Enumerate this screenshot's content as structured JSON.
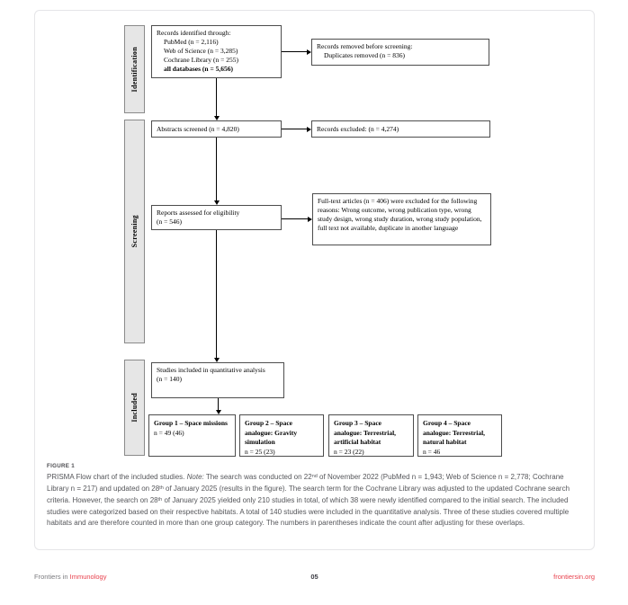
{
  "colors": {
    "accent_red": "#e8414d",
    "box_border": "#4d4d4d",
    "stage_label_fill": "#e6e6e6",
    "caption_gray": "#55565a"
  },
  "flowchart": {
    "stage_labels": [
      {
        "label": "Identification"
      },
      {
        "label": "Screening"
      },
      {
        "label": "Included"
      }
    ],
    "records_identified": {
      "title": "Records identified through:",
      "items": [
        "PubMed (n = 2,116)",
        "Web of Science (n = 3,285)",
        "Cochrane Library (n = 255)"
      ],
      "total": "all databases (n = 5,656)"
    },
    "records_removed": {
      "title": "Records removed before screening:",
      "items": [
        "Duplicates removed (n = 836)"
      ]
    },
    "abstracts_screened": {
      "text": "Abstracts screened (n = 4,820)"
    },
    "records_excluded": {
      "text": "Records excluded: (n = 4,274)"
    },
    "reports_assessed": {
      "text": "Reports assessed for eligibility",
      "count": "(n = 546)"
    },
    "fulltext_excluded": {
      "text": "Full-text articles (n = 406) were excluded for the following reasons: Wrong outcome, wrong publication type, wrong study design, wrong study duration, wrong study population, full text not available, duplicate in another language"
    },
    "studies_included": {
      "text": "Studies included in quantitative analysis",
      "count": "(n = 140)"
    },
    "groups": [
      {
        "title": "Group 1 – Space missions",
        "count": "n = 49 (46)"
      },
      {
        "title": "Group 2 – Space analogue: Gravity simulation",
        "count": "n = 25 (23)"
      },
      {
        "title": "Group 3 – Space analogue: Terrestrial, artificial habitat",
        "count": "n = 23 (22)"
      },
      {
        "title": "Group 4 – Space analogue: Terrestrial, natural habitat",
        "count": "n = 46"
      }
    ]
  },
  "caption": {
    "label": "FIGURE 1",
    "segments": [
      {
        "text": "PRISMA Flow chart of the included studies. "
      },
      {
        "text": "Note:"
      },
      {
        "text": " The search was conducted on 22"
      },
      {
        "text": "nd"
      },
      {
        "text": " of November 2022 (PubMed n = 1,943; Web of Science n = 2,778; Cochrane Library n = 217) and updated on 28"
      },
      {
        "text": "th"
      },
      {
        "text": " of January 2025 (results in the figure). The search term for the Cochrane Library was adjusted to the updated Cochrane search criteria. However, the search on 28"
      },
      {
        "text": "th"
      },
      {
        "text": " of January 2025 yielded only 210 studies in total, of which 38 were newly identified compared to the initial search. The included studies were categorized based on their respective habitats. A total of 140 studies were included in the quantitative analysis. Three of these studies covered multiple habitats and are therefore counted in more than one group category. The numbers in parentheses indicate the count after adjusting for these overlaps."
      }
    ]
  },
  "footer": {
    "journal_prefix": "Frontiers in",
    "journal_name": "Immunology",
    "page_number": "05",
    "site": "frontiersin.org"
  }
}
